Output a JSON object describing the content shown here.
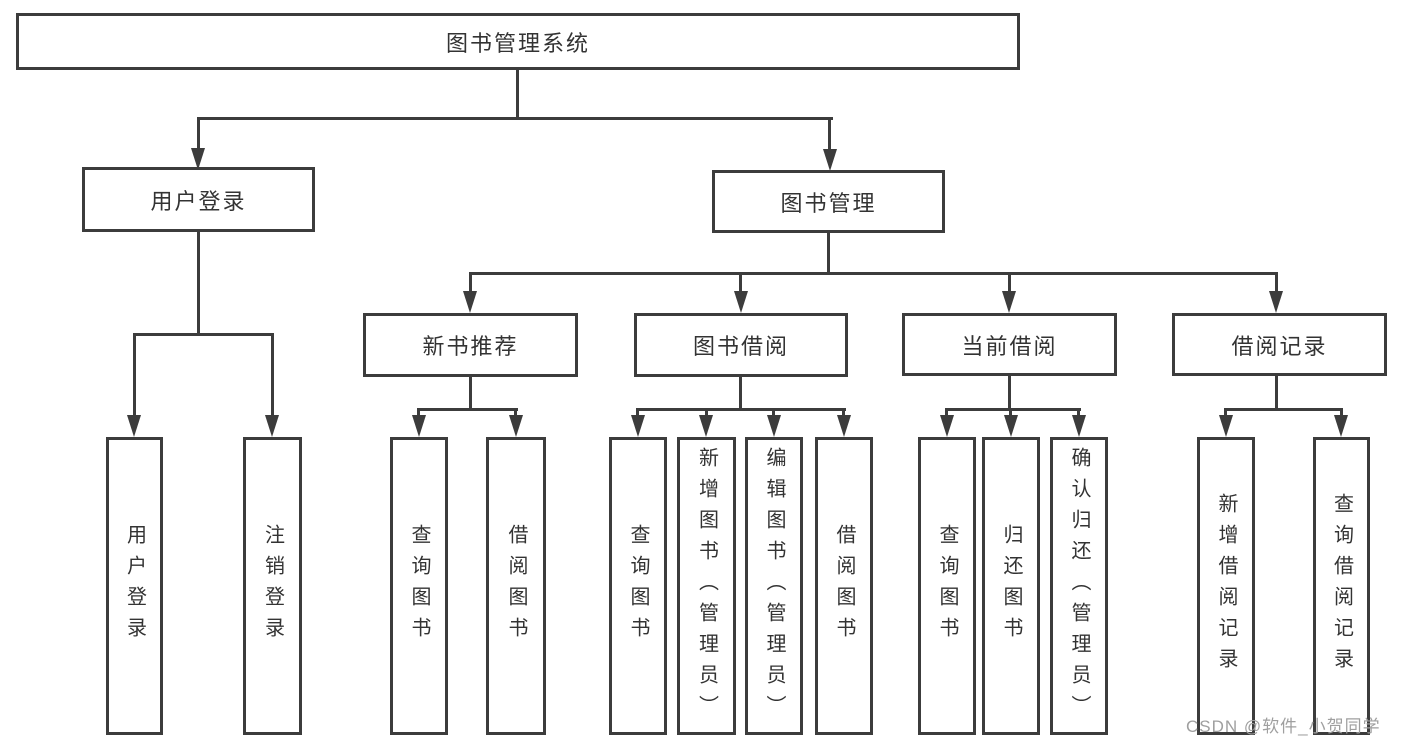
{
  "diagram": {
    "root": {
      "label": "图书管理系统"
    },
    "login_branch": {
      "label": "用户登录",
      "leaves": [
        {
          "label": "用户登录"
        },
        {
          "label": "注销登录"
        }
      ]
    },
    "mgmt_branch": {
      "label": "图书管理",
      "groups": [
        {
          "label": "新书推荐",
          "leaves": [
            {
              "label": "查询图书"
            },
            {
              "label": "借阅图书"
            }
          ]
        },
        {
          "label": "图书借阅",
          "leaves": [
            {
              "label": "查询图书"
            },
            {
              "label": "新增图书（管理员）"
            },
            {
              "label": "编辑图书（管理员）"
            },
            {
              "label": "借阅图书"
            }
          ]
        },
        {
          "label": "当前借阅",
          "leaves": [
            {
              "label": "查询图书"
            },
            {
              "label": "归还图书"
            },
            {
              "label": "确认归还（管理员）"
            }
          ]
        },
        {
          "label": "借阅记录",
          "leaves": [
            {
              "label": "新增借阅记录"
            },
            {
              "label": "查询借阅记录"
            }
          ]
        }
      ]
    }
  },
  "watermark": {
    "text": "CSDN @软件_小贺同学"
  },
  "colors": {
    "line": "#3c3c3c",
    "text": "#333333",
    "watermark": "#9f9f9f",
    "background": "#ffffff"
  }
}
